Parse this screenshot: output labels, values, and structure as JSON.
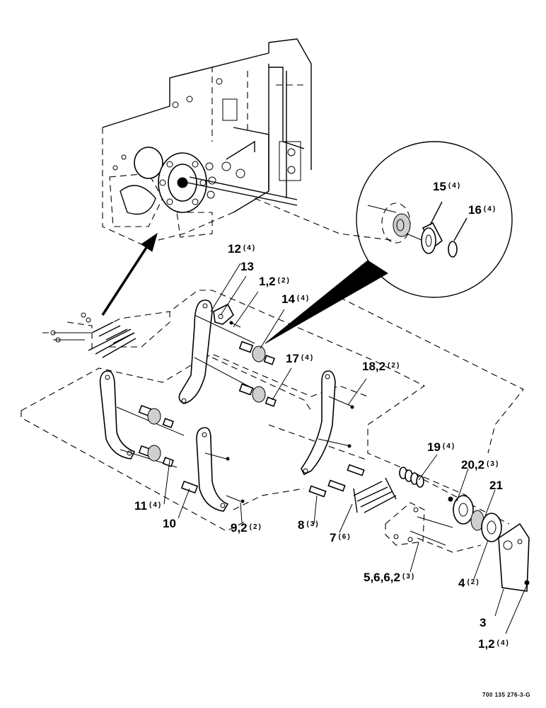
{
  "callouts": [
    {
      "id": "c15",
      "num": "15",
      "qty": "(4)"
    },
    {
      "id": "c16",
      "num": "16",
      "qty": "(4)"
    },
    {
      "id": "c12",
      "num": "12",
      "qty": "(4)"
    },
    {
      "id": "c13",
      "num": "13",
      "qty": ""
    },
    {
      "id": "c1a",
      "num": "1,2",
      "qty": "(2)"
    },
    {
      "id": "c14",
      "num": "14",
      "qty": "(4)"
    },
    {
      "id": "c17",
      "num": "17",
      "qty": "(4)"
    },
    {
      "id": "c18",
      "num": "18,2",
      "qty": "(2)"
    },
    {
      "id": "c19",
      "num": "19",
      "qty": "(4)"
    },
    {
      "id": "c20",
      "num": "20,2",
      "qty": "(3)"
    },
    {
      "id": "c21",
      "num": "21",
      "qty": ""
    },
    {
      "id": "c11",
      "num": "11",
      "qty": "(4)"
    },
    {
      "id": "c10",
      "num": "10",
      "qty": ""
    },
    {
      "id": "c9",
      "num": "9,2",
      "qty": "(2)"
    },
    {
      "id": "c8",
      "num": "8",
      "qty": "(3)"
    },
    {
      "id": "c7",
      "num": "7",
      "qty": "(6)"
    },
    {
      "id": "c5",
      "num": "5,6,6,2",
      "qty": "(3)"
    },
    {
      "id": "c4",
      "num": "4",
      "qty": "(2)"
    },
    {
      "id": "c3",
      "num": "3",
      "qty": ""
    },
    {
      "id": "c1b",
      "num": "1,2",
      "qty": "(4)"
    }
  ],
  "figure_ref": "700 135 276-3-G"
}
